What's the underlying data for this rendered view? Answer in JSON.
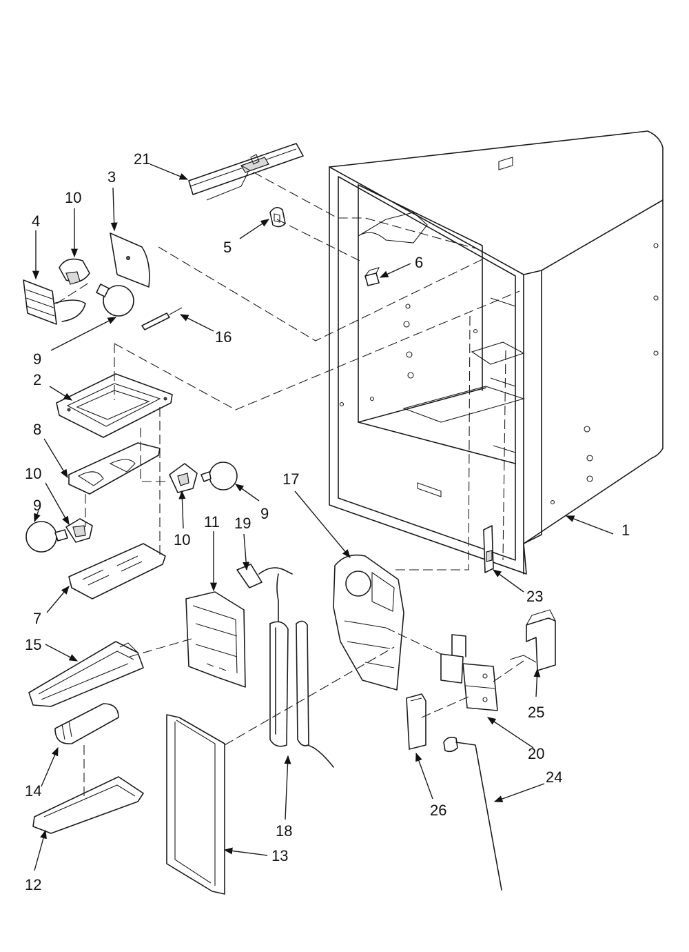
{
  "callouts": [
    {
      "id": "c1",
      "label": "1"
    },
    {
      "id": "c2",
      "label": "2"
    },
    {
      "id": "c3",
      "label": "3"
    },
    {
      "id": "c4",
      "label": "4"
    },
    {
      "id": "c5",
      "label": "5"
    },
    {
      "id": "c6",
      "label": "6"
    },
    {
      "id": "c7",
      "label": "7"
    },
    {
      "id": "c8",
      "label": "8"
    },
    {
      "id": "c9a",
      "label": "9"
    },
    {
      "id": "c9b",
      "label": "9"
    },
    {
      "id": "c9c",
      "label": "9"
    },
    {
      "id": "c10a",
      "label": "10"
    },
    {
      "id": "c10b",
      "label": "10"
    },
    {
      "id": "c10c",
      "label": "10"
    },
    {
      "id": "c11",
      "label": "11"
    },
    {
      "id": "c12",
      "label": "12"
    },
    {
      "id": "c13",
      "label": "13"
    },
    {
      "id": "c14",
      "label": "14"
    },
    {
      "id": "c15",
      "label": "15"
    },
    {
      "id": "c16",
      "label": "16"
    },
    {
      "id": "c17",
      "label": "17"
    },
    {
      "id": "c18",
      "label": "18"
    },
    {
      "id": "c19",
      "label": "19"
    },
    {
      "id": "c20",
      "label": "20"
    },
    {
      "id": "c21",
      "label": "21"
    },
    {
      "id": "c23",
      "label": "23"
    },
    {
      "id": "c24",
      "label": "24"
    },
    {
      "id": "c25",
      "label": "25"
    },
    {
      "id": "c26",
      "label": "26"
    }
  ]
}
